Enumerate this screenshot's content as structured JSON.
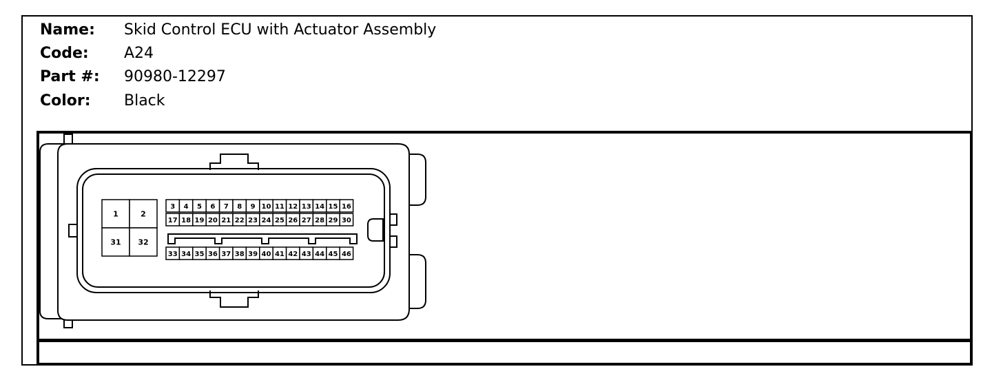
{
  "info": {
    "name_label": "Name:",
    "name_value": "Skid Control ECU with Actuator Assembly",
    "code_label": "Code:",
    "code_value": "A24",
    "part_label": "Part #:",
    "part_value": "90980-12297",
    "color_label": "Color:",
    "color_value": "Black"
  },
  "connector": {
    "large_pins": [
      "1",
      "2",
      "31",
      "32"
    ],
    "row1": [
      "3",
      "4",
      "5",
      "6",
      "7",
      "8",
      "9",
      "10",
      "11",
      "12",
      "13",
      "14",
      "15",
      "16"
    ],
    "row2": [
      "17",
      "18",
      "19",
      "20",
      "21",
      "22",
      "23",
      "24",
      "25",
      "26",
      "27",
      "28",
      "29",
      "30"
    ],
    "row3": [
      "33",
      "34",
      "35",
      "36",
      "37",
      "38",
      "39",
      "40",
      "41",
      "42",
      "43",
      "44",
      "45",
      "46"
    ]
  }
}
